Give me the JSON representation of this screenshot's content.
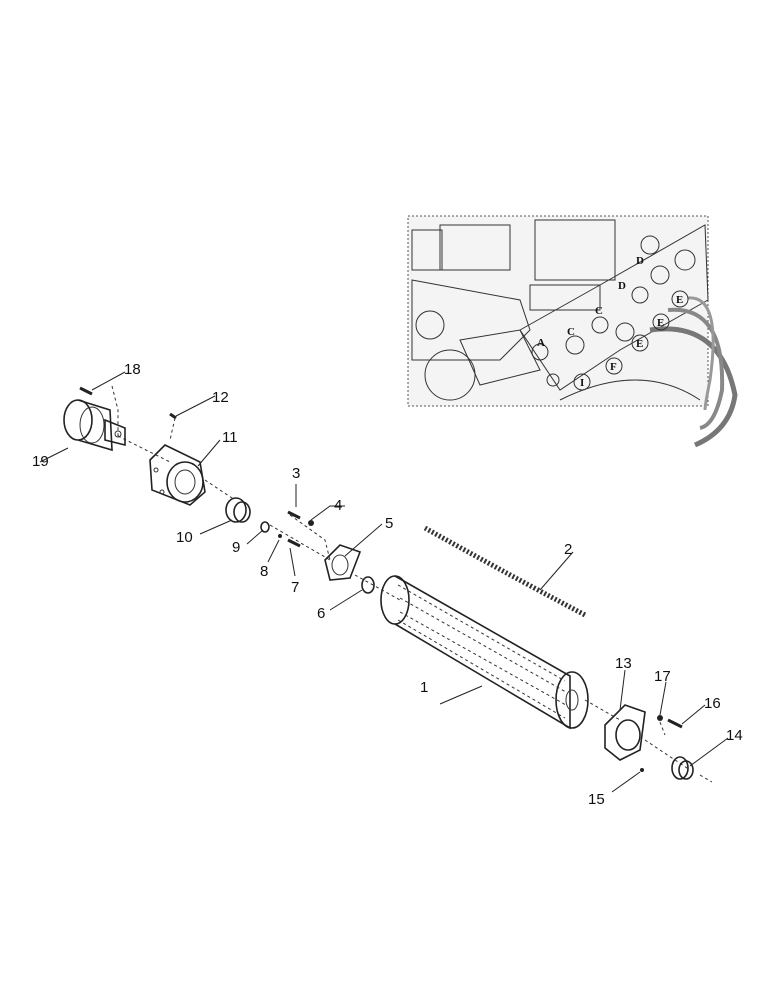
{
  "callouts": [
    "1",
    "2",
    "3",
    "4",
    "5",
    "6",
    "7",
    "8",
    "9",
    "10",
    "11",
    "12",
    "13",
    "14",
    "15",
    "16",
    "17",
    "18",
    "19"
  ],
  "inset_letters": [
    "D",
    "D",
    "C",
    "C",
    "A",
    "E",
    "E",
    "E",
    "F",
    "I"
  ]
}
